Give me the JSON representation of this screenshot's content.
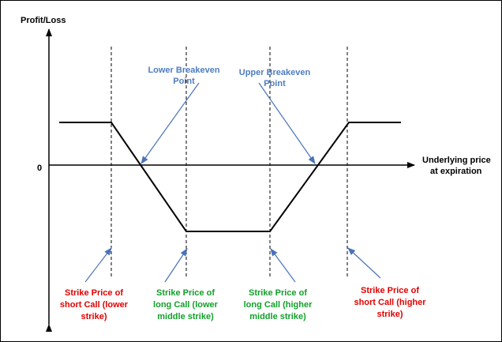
{
  "axes": {
    "y_label": "Profit/Loss",
    "zero_label": "0",
    "x_label_line1": "Underlying price",
    "x_label_line2": "at expiration"
  },
  "breakevens": {
    "lower": {
      "line1": "Lower Breakeven",
      "line2": "Point"
    },
    "upper": {
      "line1": "Upper Breakeven",
      "line2": "Point"
    }
  },
  "strikes": [
    {
      "lines": [
        "Strike Price of",
        "short Call (lower",
        "strike)"
      ],
      "color": "#e00000"
    },
    {
      "lines": [
        "Strike Price of",
        "long Call (lower",
        "middle strike)"
      ],
      "color": "#12a02a"
    },
    {
      "lines": [
        "Strike Price of",
        "long Call (higher",
        "middle strike)"
      ],
      "color": "#12a02a"
    },
    {
      "lines": [
        "Strike Price of",
        "short Call (higher",
        "strike)"
      ],
      "color": "#e00000"
    }
  ],
  "colors": {
    "breakeven_text": "#4f7dc0",
    "arrow": "#4a72b8",
    "payoff_line": "#000000",
    "axis": "#000000"
  }
}
